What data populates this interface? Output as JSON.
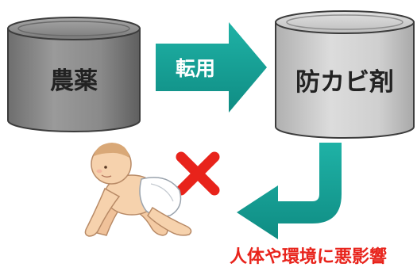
{
  "source_drum": {
    "label": "農薬"
  },
  "transfer_arrow": {
    "label": "転用"
  },
  "target_drum": {
    "label": "防カビ剤"
  },
  "caption": {
    "text": "人体や環境に悪影響"
  },
  "icons": {
    "baby": "baby-crawling-icon",
    "cross": "red-x-icon"
  },
  "colors": {
    "arrow": "#139e94",
    "cross": "#e8231b",
    "caption": "#e8231b",
    "drum_dark": "#8a8a8a",
    "drum_light": "#c9c9c9"
  }
}
